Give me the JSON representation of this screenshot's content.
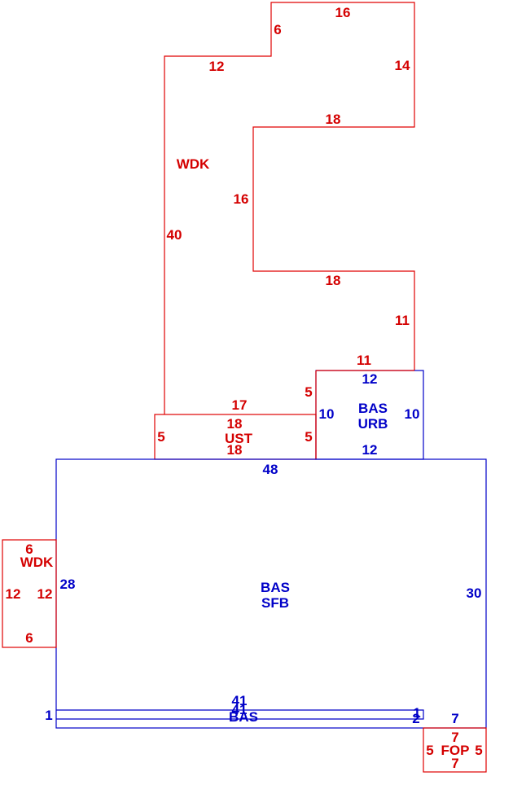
{
  "colors": {
    "deck": "#e00000",
    "building": "#0000c8"
  },
  "areas": [
    {
      "code": "WDK",
      "lines": [
        "WDK"
      ],
      "color": "deck",
      "dims": [
        "16",
        "6",
        "12",
        "14",
        "18",
        "16",
        "18",
        "40",
        "11",
        "11",
        "17",
        "5"
      ]
    },
    {
      "code": "UST",
      "lines": [
        "UST"
      ],
      "color": "deck",
      "dims": [
        "18",
        "18",
        "5",
        "5"
      ]
    },
    {
      "code": "BAS URB",
      "lines": [
        "BAS",
        "URB"
      ],
      "color": "building",
      "dims": [
        "12",
        "10",
        "10",
        "12"
      ]
    },
    {
      "code": "BAS SFB",
      "lines": [
        "BAS",
        "SFB"
      ],
      "color": "building",
      "dims": [
        "48",
        "28",
        "30",
        "7",
        "2"
      ]
    },
    {
      "code": "WDK",
      "lines": [
        "WDK"
      ],
      "color": "deck",
      "dims": [
        "6",
        "12",
        "12",
        "6"
      ]
    },
    {
      "code": "BAS",
      "lines": [
        "BAS"
      ],
      "color": "building",
      "dims": [
        "41",
        "41",
        "1",
        "1"
      ]
    },
    {
      "code": "FOP",
      "lines": [
        "FOP"
      ],
      "color": "deck",
      "dims": [
        "7",
        "5",
        "5",
        "7"
      ]
    }
  ]
}
